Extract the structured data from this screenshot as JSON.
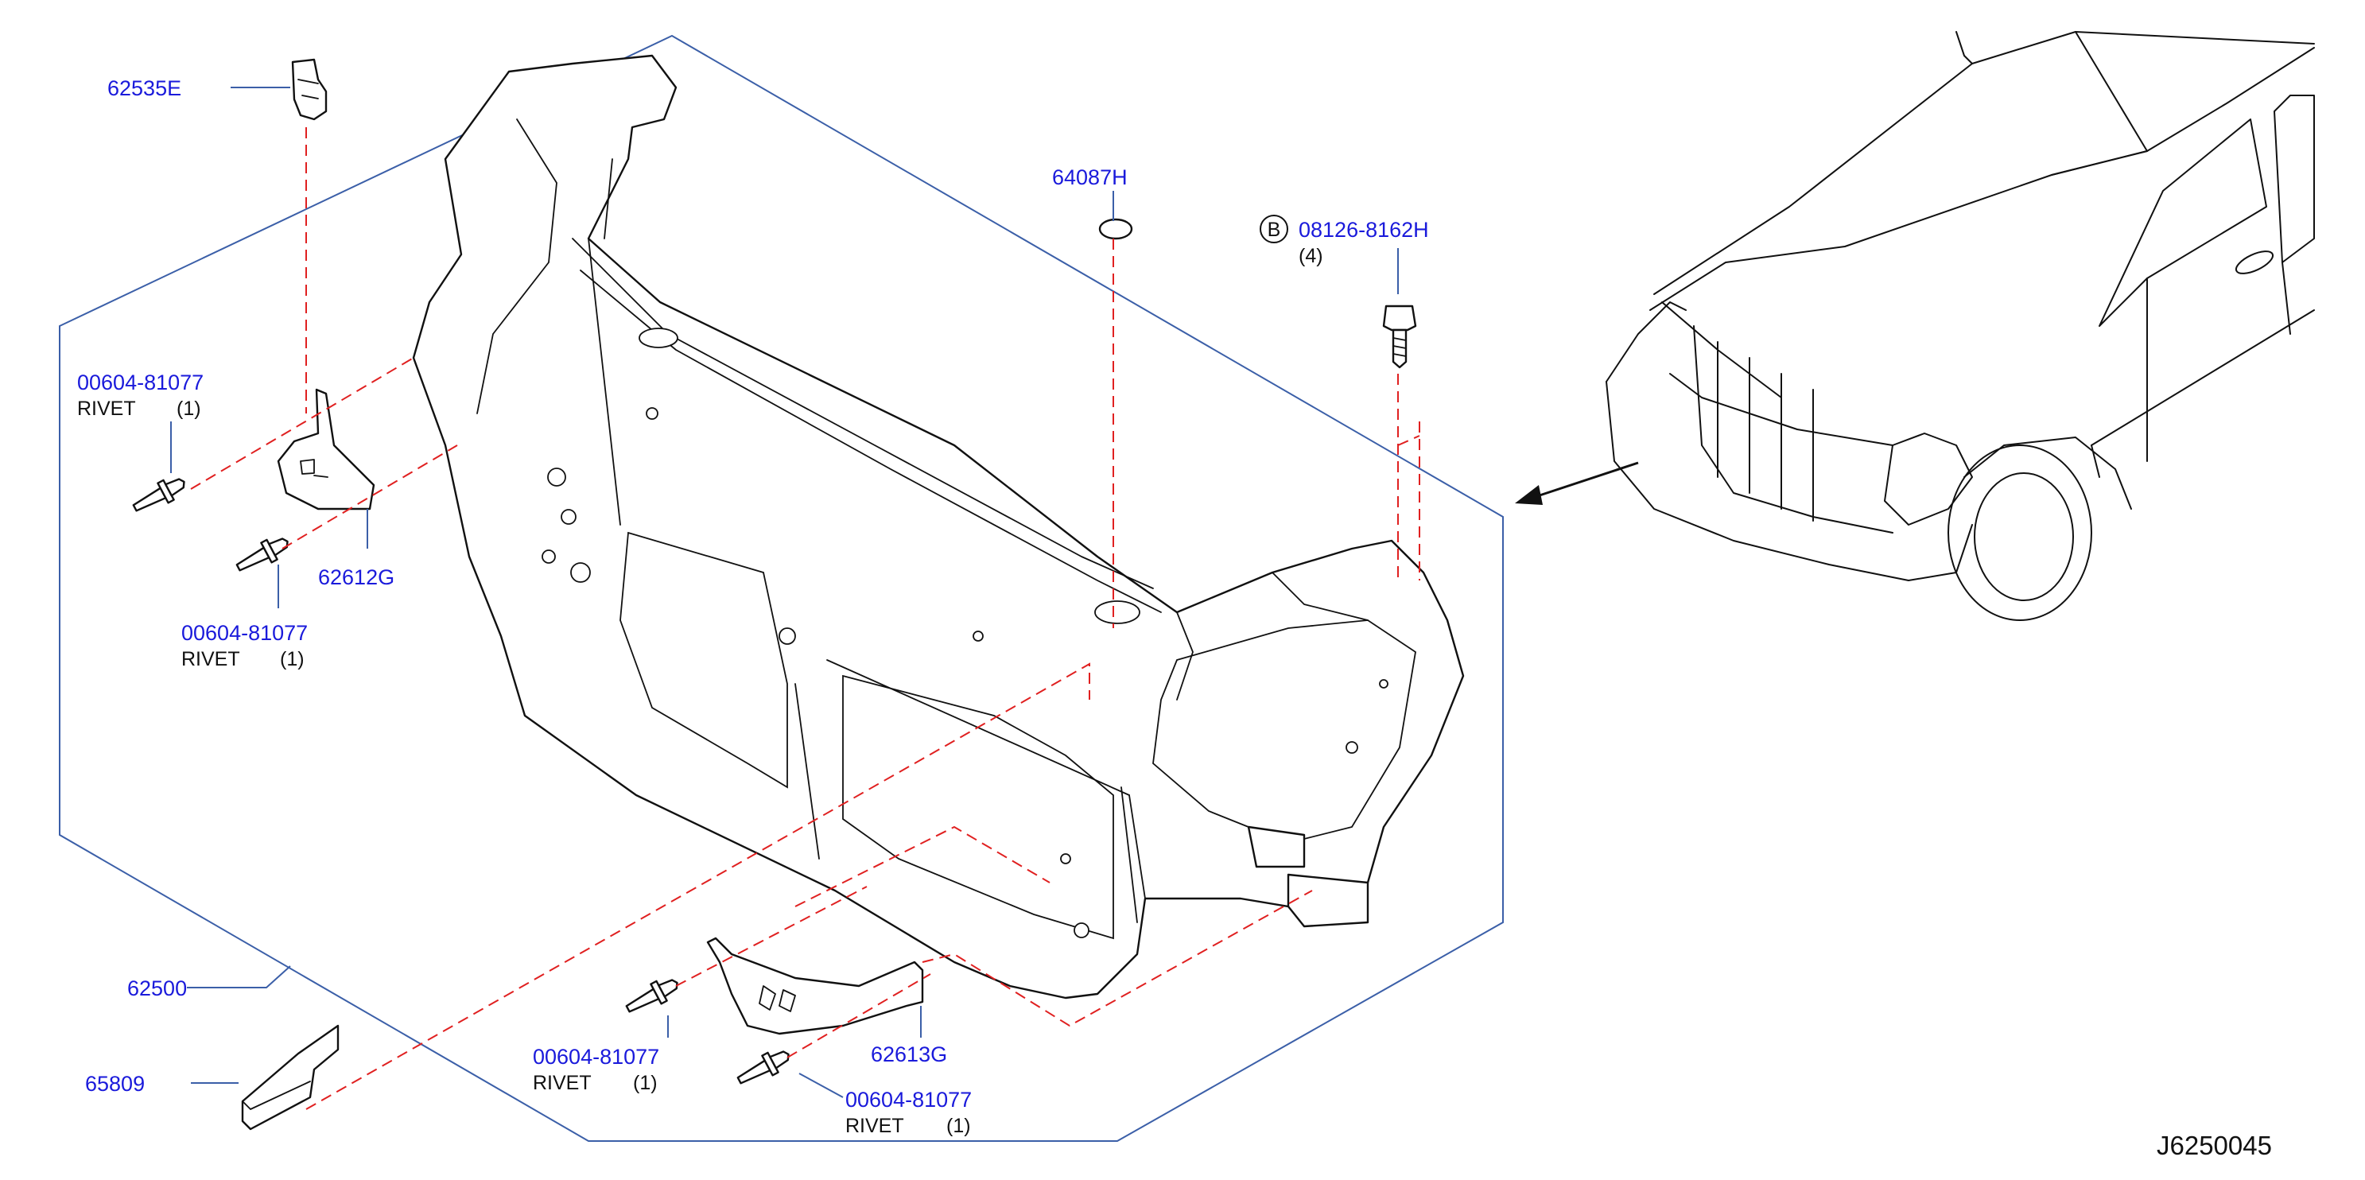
{
  "diagram_id": "J6250045",
  "parts": [
    {
      "number": "62535E",
      "description": "",
      "qty": ""
    },
    {
      "number": "00604-81077",
      "description": "RIVET",
      "qty": "(1)"
    },
    {
      "number": "62612G",
      "description": "",
      "qty": ""
    },
    {
      "number": "00604-81077",
      "description": "RIVET",
      "qty": "(1)"
    },
    {
      "number": "64087H",
      "description": "",
      "qty": ""
    },
    {
      "number": "08126-8162H",
      "description": "",
      "qty": "(4)",
      "badge": "B"
    },
    {
      "number": "62500",
      "description": "",
      "qty": ""
    },
    {
      "number": "65809",
      "description": "",
      "qty": ""
    },
    {
      "number": "00604-81077",
      "description": "RIVET",
      "qty": "(1)"
    },
    {
      "number": "62613G",
      "description": "",
      "qty": ""
    },
    {
      "number": "00604-81077",
      "description": "RIVET",
      "qty": "(1)"
    }
  ],
  "colors": {
    "part_label": "#1a1adb",
    "leader_line": "#3b5fa8",
    "hidden_line": "#e02020",
    "outline": "#111111"
  }
}
